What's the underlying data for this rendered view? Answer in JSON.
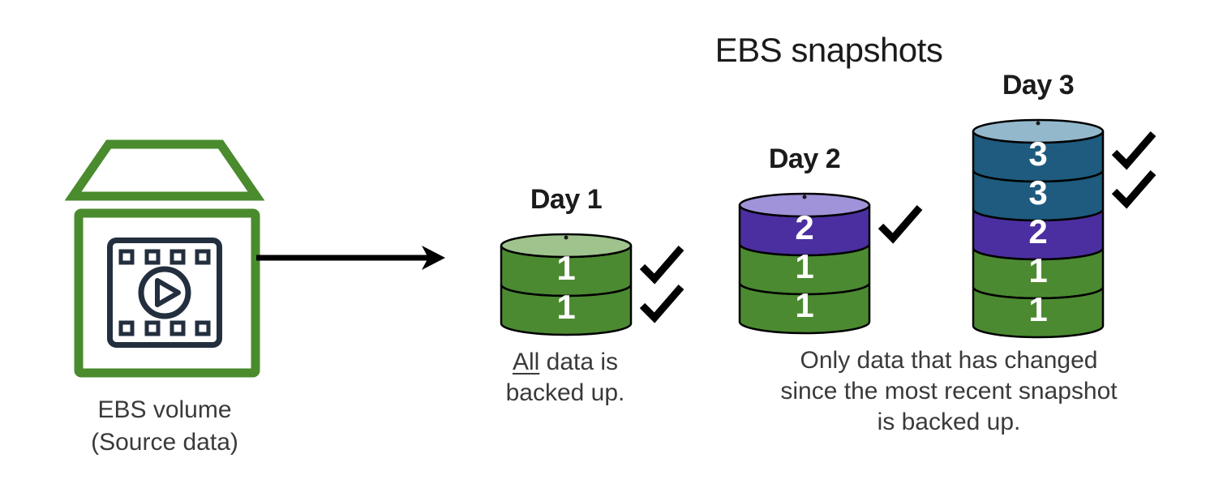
{
  "title": "EBS snapshots",
  "source": {
    "label_lines": [
      "EBS volume",
      "(Source data)"
    ]
  },
  "captions": {
    "full_backup": {
      "underline": "All",
      "after_underline": " data is",
      "line2": "backed up."
    },
    "incremental_backup": {
      "lines": [
        "Only data that has changed",
        "since the most recent snapshot",
        "is backed up."
      ]
    }
  },
  "colors": {
    "green": "#4C8A31",
    "green_top": "#9FC38D",
    "purple": "#4B2FA0",
    "purple_top": "#A193D9",
    "blue": "#1E5B7E",
    "blue_top": "#93B8CC",
    "icon_green": "#4A8B2E",
    "icon_navy": "#232F3E",
    "outline_black": "#000000",
    "text_dark": "#1b1b1b",
    "text_gray": "#3a3a3a"
  },
  "stacks": [
    {
      "label": "Day 1",
      "top_color": "green_top",
      "segments": [
        {
          "value": "1",
          "color": "green",
          "checked": true
        },
        {
          "value": "1",
          "color": "green",
          "checked": true
        }
      ]
    },
    {
      "label": "Day 2",
      "top_color": "purple_top",
      "segments": [
        {
          "value": "2",
          "color": "purple",
          "checked": true
        },
        {
          "value": "1",
          "color": "green",
          "checked": false
        },
        {
          "value": "1",
          "color": "green",
          "checked": false
        }
      ]
    },
    {
      "label": "Day 3",
      "top_color": "blue_top",
      "segments": [
        {
          "value": "3",
          "color": "blue",
          "checked": true
        },
        {
          "value": "3",
          "color": "blue",
          "checked": true
        },
        {
          "value": "2",
          "color": "purple",
          "checked": false
        },
        {
          "value": "1",
          "color": "green",
          "checked": false
        },
        {
          "value": "1",
          "color": "green",
          "checked": false
        }
      ]
    }
  ]
}
